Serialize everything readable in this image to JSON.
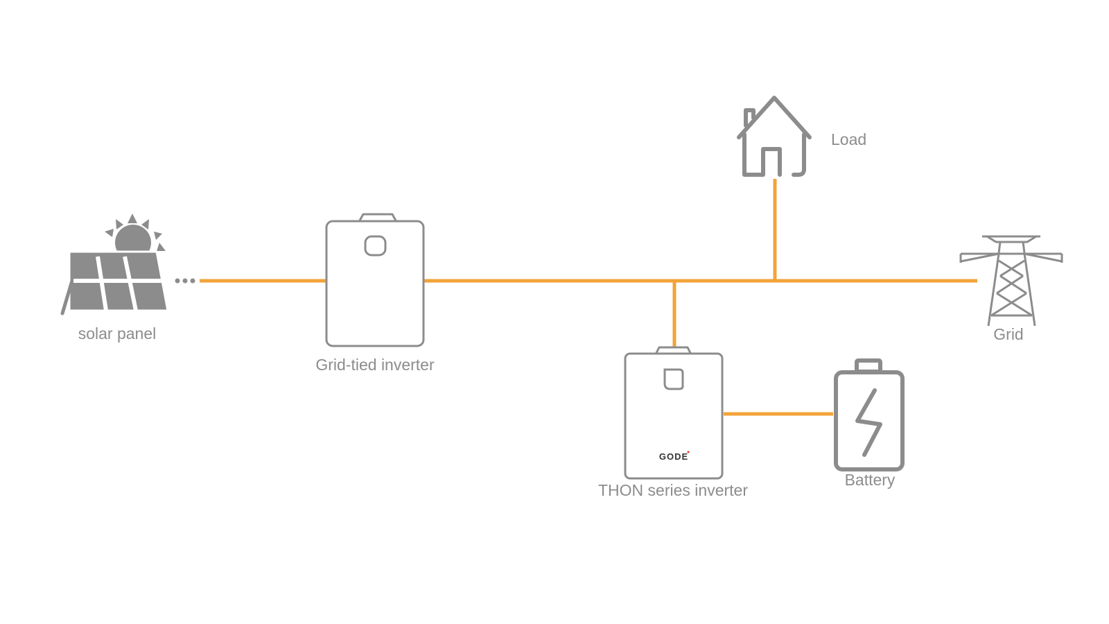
{
  "nodes": {
    "solar_panel": {
      "label": "solar panel"
    },
    "grid_tied_inverter": {
      "label": "Grid-tied inverter"
    },
    "thon_inverter": {
      "label": "THON series inverter",
      "logo_text": "GODE"
    },
    "battery": {
      "label": "Battery"
    },
    "grid": {
      "label": "Grid"
    },
    "load": {
      "label": "Load"
    }
  },
  "colors": {
    "line": "#f2a33a",
    "icon": "#8c8c8c",
    "text": "#8c8c8c",
    "logo_accent": "#e0332b"
  },
  "icons": {
    "solar_panel": "solar-panel-icon",
    "sun": "sun-icon",
    "grid_tied_inverter": "inverter-icon",
    "thon_inverter": "inverter-icon",
    "battery": "battery-charging-icon",
    "grid": "transmission-tower-icon",
    "load": "house-icon"
  }
}
